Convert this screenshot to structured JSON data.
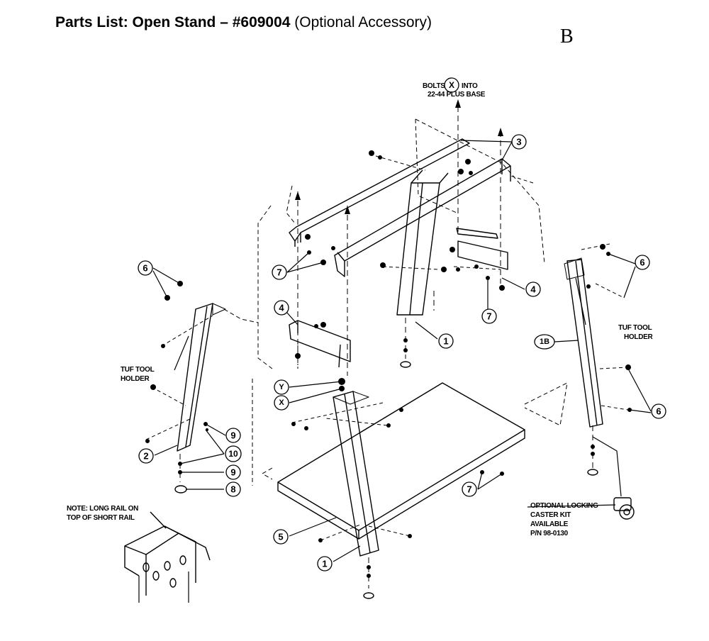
{
  "title": {
    "bold": "Parts List: Open Stand – #609004",
    "normal": " (Optional Accessory)"
  },
  "sheet_letter": "B",
  "notes": {
    "bolts": "BOLTS",
    "into": "INTO",
    "x_symbol": "X",
    "base": "22-44 PLUS BASE",
    "tuf_right_1": "TUF TOOL",
    "tuf_right_2": "HOLDER",
    "tuf_left_1": "TUF TOOL",
    "tuf_left_2": "HOLDER",
    "long_rail_1": "NOTE:  LONG RAIL ON",
    "long_rail_2": "TOP OF SHORT RAIL",
    "caster_1": "OPTIONAL LOCKING",
    "caster_2": "CASTER KIT",
    "caster_3": "AVAILABLE",
    "caster_4": "P/N 98-0130"
  },
  "callouts": [
    {
      "name": "callout-3",
      "label": "3"
    },
    {
      "name": "callout-6-upper-left",
      "label": "6"
    },
    {
      "name": "callout-7-upper-left",
      "label": "7"
    },
    {
      "name": "callout-6-upper-right",
      "label": "6"
    },
    {
      "name": "callout-4-right",
      "label": "4"
    },
    {
      "name": "callout-7-center",
      "label": "7"
    },
    {
      "name": "callout-4-left",
      "label": "4"
    },
    {
      "name": "callout-1-rear",
      "label": "1"
    },
    {
      "name": "callout-1b",
      "label": "1B"
    },
    {
      "name": "callout-y",
      "label": "Y"
    },
    {
      "name": "callout-x",
      "label": "X"
    },
    {
      "name": "callout-6-lower-right",
      "label": "6"
    },
    {
      "name": "callout-9-upper",
      "label": "9"
    },
    {
      "name": "callout-2",
      "label": "2"
    },
    {
      "name": "callout-10",
      "label": "10"
    },
    {
      "name": "callout-9-lower",
      "label": "9"
    },
    {
      "name": "callout-8",
      "label": "8"
    },
    {
      "name": "callout-7-lower",
      "label": "7"
    },
    {
      "name": "callout-5",
      "label": "5"
    },
    {
      "name": "callout-1-front",
      "label": "1"
    }
  ]
}
